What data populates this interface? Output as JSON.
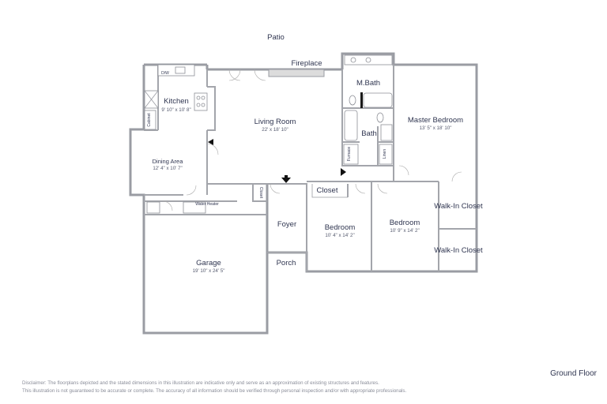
{
  "floor_label": "Ground Floor",
  "disclaimer": {
    "line1": "Disclaimer: The floorplans depicted and the stated dimensions in this illustration are indicative only and serve as an approximation of existing structures and features.",
    "line2": "This illustration is not guaranteed to be accurate or complete. The accuracy of all information should be verified through personal inspection and/or with appropriate professionals."
  },
  "labels": {
    "patio": "Patio",
    "fireplace": "Fireplace",
    "dw": "D/W",
    "cabinet": "Cabinet",
    "closet_small": "Closet",
    "closet": "Closet",
    "water_heater": "Water Heater",
    "furnace": "Furnace",
    "linen": "Linen",
    "foyer": "Foyer",
    "porch": "Porch",
    "walk_in_1": "Walk-In Closet",
    "walk_in_2": "Walk-In Closet",
    "mbath": "M.Bath",
    "bath": "Bath"
  },
  "rooms": {
    "kitchen": {
      "name": "Kitchen",
      "dims": "9' 10\" x 10' 8\""
    },
    "living": {
      "name": "Living Room",
      "dims": "22' x 18' 10\""
    },
    "dining": {
      "name": "Dining Area",
      "dims": "12' 4\" x 10' 7\""
    },
    "master": {
      "name": "Master Bedroom",
      "dims": "13' 5\" x 18' 10\""
    },
    "bedroom1": {
      "name": "Bedroom",
      "dims": "10' 4\" x 14' 2\""
    },
    "bedroom2": {
      "name": "Bedroom",
      "dims": "10' 9\" x 14' 2\""
    },
    "garage": {
      "name": "Garage",
      "dims": "19' 10\" x 24' 5\""
    }
  }
}
